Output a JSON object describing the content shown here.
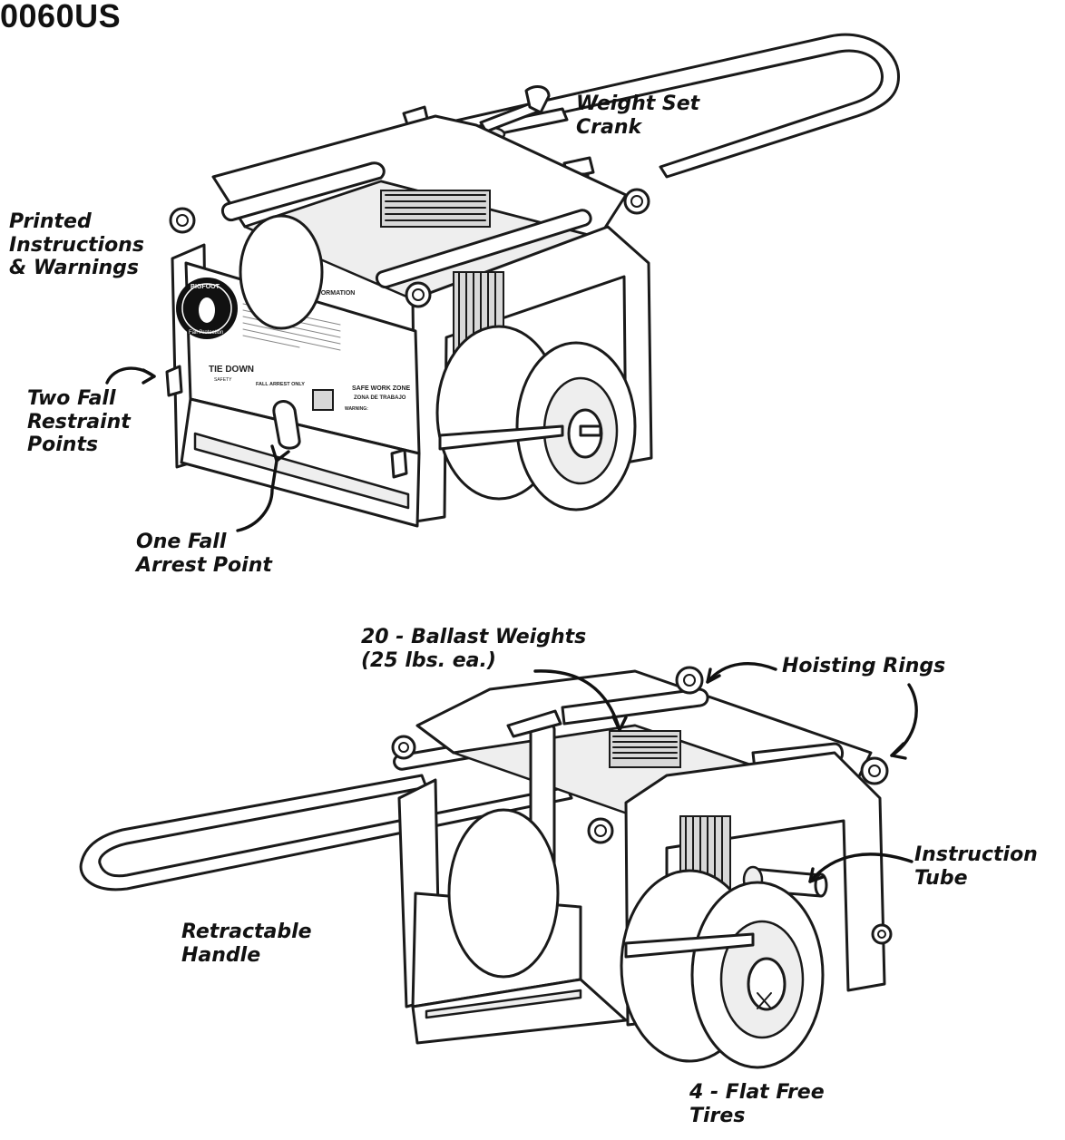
{
  "model_number": "0060US",
  "callouts": {
    "weight_set_crank": "Weight Set\nCrank",
    "printed_instructions": "Printed\nInstructions\n& Warnings",
    "two_fall_restraint": "Two Fall\nRestraint\nPoints",
    "one_fall_arrest": "One Fall\nArrest Point",
    "ballast_weights": "20 - Ballast Weights\n(25 lbs. ea.)",
    "hoisting_rings": "Hoisting Rings",
    "instruction_tube": "Instruction\nTube",
    "retractable_handle": "Retractable\nHandle",
    "flat_free_tires": "4 - Flat Free\nTires"
  },
  "panel": {
    "logo_text": "BIGFOOT",
    "logo_subtext": "Fall Protection",
    "safety_heading": "IMPORTANT SAFETY INFORMATION",
    "brand": "TIE DOWN",
    "brand_sub": "SAFETY",
    "arrest_label": "FALL ARREST ONLY",
    "zone_en": "SAFE WORK ZONE",
    "zone_es": "ZONA DE TRABAJO",
    "warning": "WARNING:"
  }
}
